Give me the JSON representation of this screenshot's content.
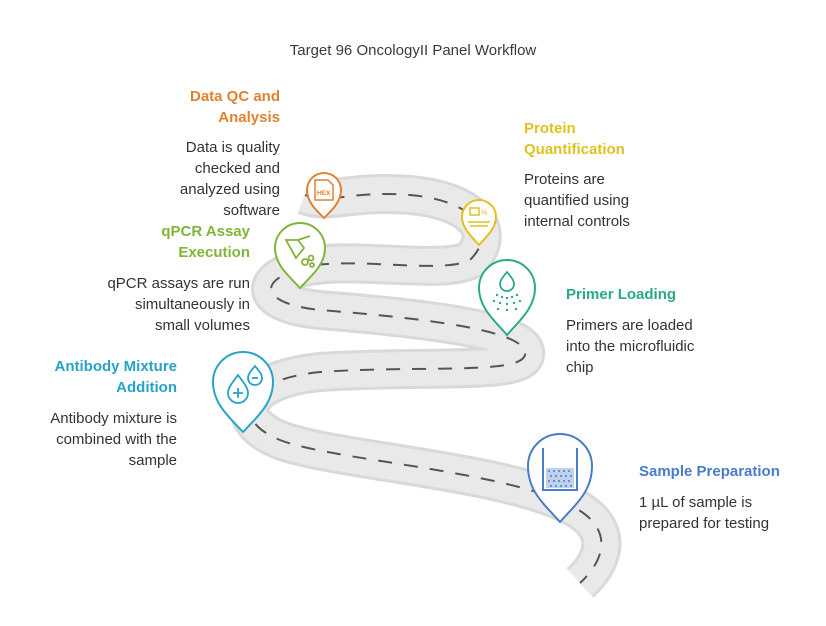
{
  "title": "Target 96 OncologyII Panel Workflow",
  "steps": [
    {
      "id": "sample-preparation",
      "title": "Sample Preparation",
      "description_lines": [
        "1 µL of sample is",
        "prepared for testing"
      ],
      "color": "#4a7cc9",
      "icon": "sample-well-icon"
    },
    {
      "id": "antibody-mixture-addition",
      "title_lines": [
        "Antibody Mixture",
        "Addition"
      ],
      "description_lines": [
        "Antibody mixture is",
        "combined with the",
        "sample"
      ],
      "color": "#27a3c7",
      "icon": "plus-minus-droplets-icon"
    },
    {
      "id": "primer-loading",
      "title": "Primer Loading",
      "description_lines": [
        "Primers are loaded",
        "into the microfluidic",
        "chip"
      ],
      "color": "#2ba88a",
      "icon": "spray-droplet-icon"
    },
    {
      "id": "qpcr-assay-execution",
      "title_lines": [
        "qPCR Assay",
        "Execution"
      ],
      "description_lines": [
        "qPCR assays are run",
        "simultaneously in",
        "small volumes"
      ],
      "color": "#7fb53a",
      "icon": "pipette-icon"
    },
    {
      "id": "protein-quantification",
      "title_lines": [
        "Protein",
        "Quantification"
      ],
      "description_lines": [
        "Proteins are",
        "quantified using",
        "internal controls"
      ],
      "color": "#e0c11d",
      "icon": "scale-icon"
    },
    {
      "id": "data-qc-and-analysis",
      "title_lines": [
        "Data QC and",
        "Analysis"
      ],
      "description_lines": [
        "Data is quality",
        "checked and",
        "analyzed using",
        "software"
      ],
      "color": "#e0822f",
      "icon": "hex-file-icon"
    }
  ]
}
